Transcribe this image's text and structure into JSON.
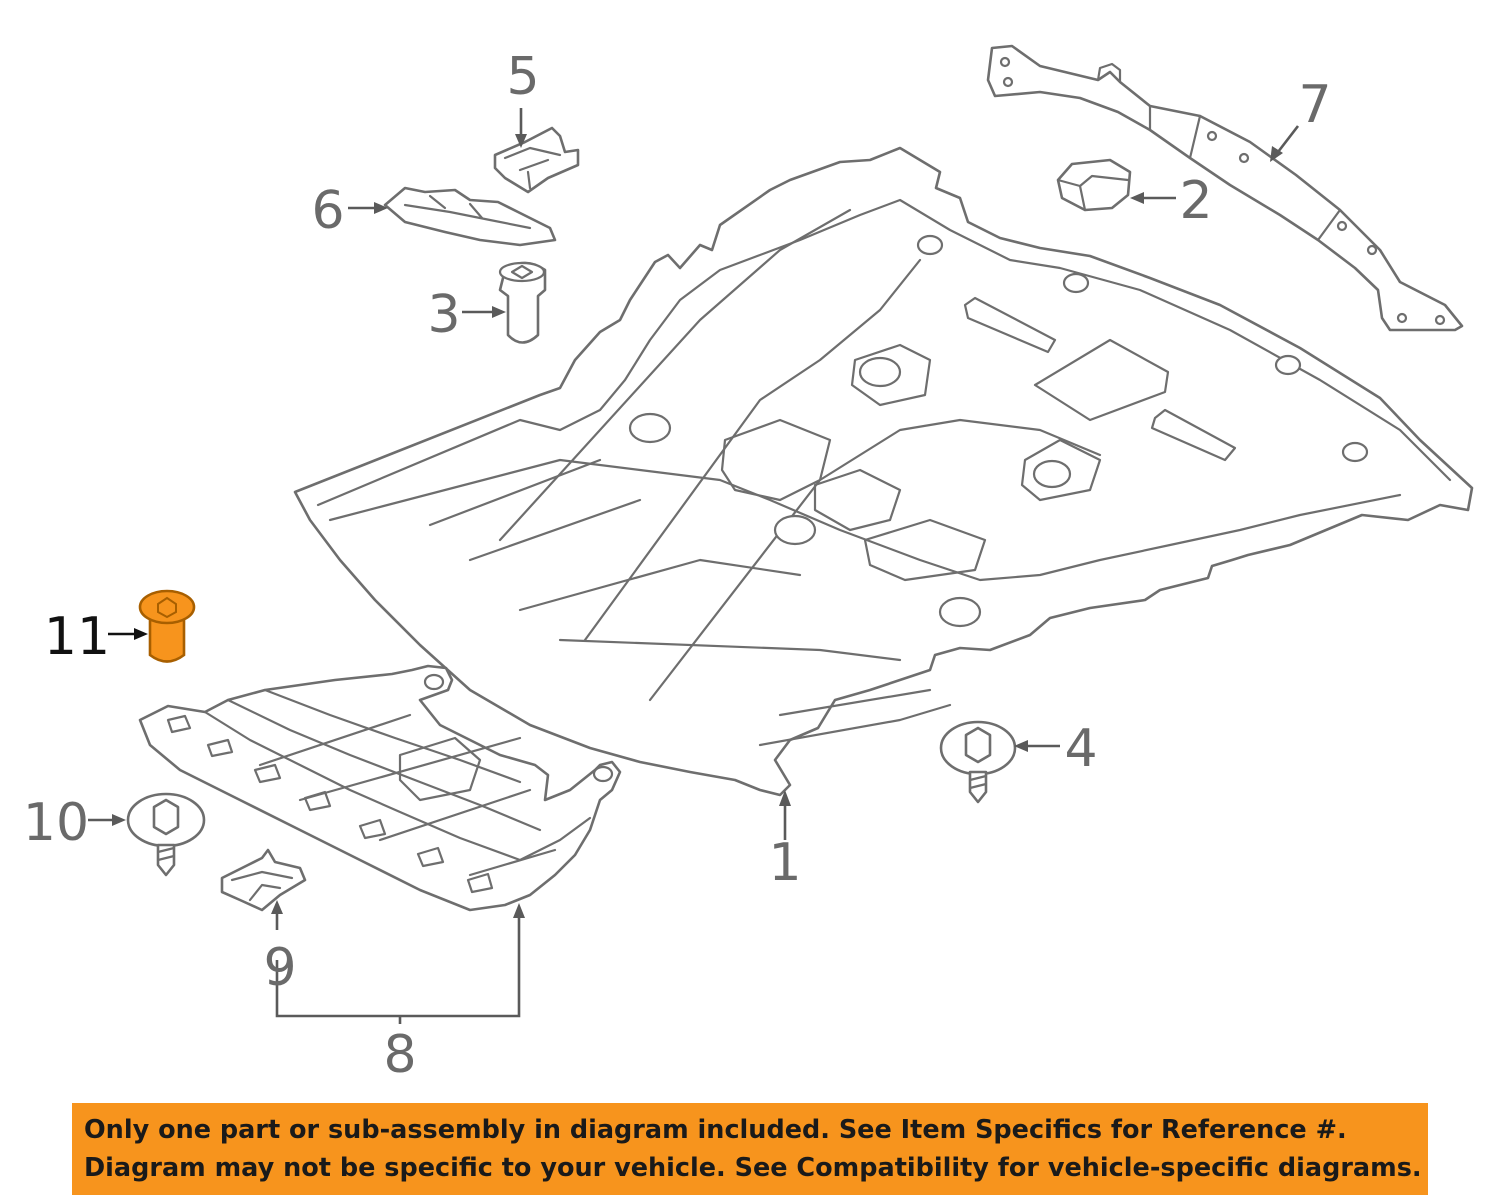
{
  "callouts": {
    "c1": "1",
    "c2": "2",
    "c3": "3",
    "c4": "4",
    "c5": "5",
    "c6": "6",
    "c7": "7",
    "c8": "8",
    "c9": "9",
    "c10": "10",
    "c11": "11"
  },
  "highlighted_part": "11",
  "colors": {
    "highlight": "#f7941d",
    "line_art": "#6e6e6e",
    "notice_background": "#f7941d"
  },
  "notice": {
    "line1": "Only one part or sub-assembly in diagram included. See Item Specifics for Reference #.",
    "line2": "Diagram may not be specific to your vehicle. See Compatibility for vehicle-specific diagrams."
  }
}
